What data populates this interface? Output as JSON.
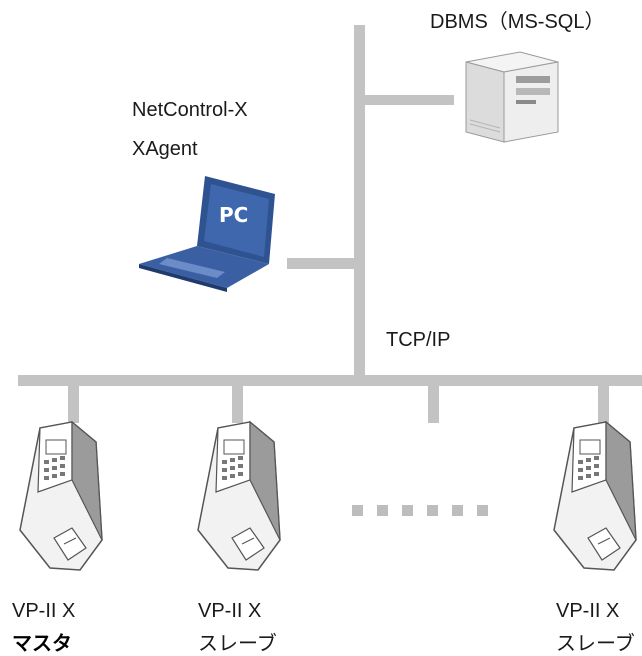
{
  "labels": {
    "dbms": "DBMS（MS-SQL）",
    "netcontrol": "NetControl-X",
    "xagent": "XAgent",
    "pc_screen": "PC",
    "network": "TCP/IP",
    "dots": "......",
    "terminals": [
      {
        "model": "VP-II X",
        "role": "マスタ"
      },
      {
        "model": "VP-II X",
        "role": "スレーブ"
      },
      {
        "model": "VP-II X",
        "role": "スレーブ"
      }
    ]
  },
  "icons": [
    "server-icon",
    "laptop-icon",
    "fingerprint-terminal-icon"
  ],
  "colors": {
    "line": "#c3c3c3",
    "laptop": "#2f5290",
    "server": "#e6e6e6"
  }
}
